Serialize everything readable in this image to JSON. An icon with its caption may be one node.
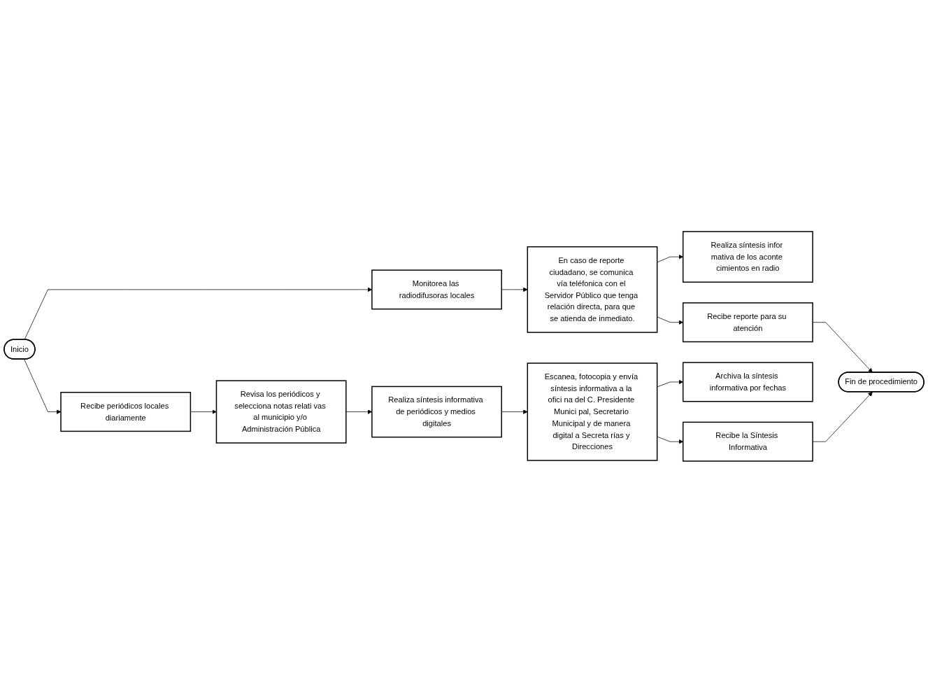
{
  "diagram": {
    "nodes": [
      {
        "text": [
          "Inicio"
        ]
      },
      {
        "text": [
          "Recibe periódicos locales diariamente"
        ]
      },
      {
        "text": [
          "Revisa los periódicos y selecciona notas relati vas al municipio y/o Administración Pública"
        ]
      },
      {
        "text": [
          "Monitorea las radiodifusoras locales"
        ]
      },
      {
        "text": [
          "En caso de reporte ciudadano, se comunica vía teléfonica con el Servidor Público que tenga relación directa, para que se atienda de inmediato."
        ]
      },
      {
        "text": [
          "Realiza síntesis infor mativa de los aconte cimientos en radio"
        ]
      },
      {
        "text": [
          "Realiza síntesis informativa de periódicos y medios digitales"
        ]
      },
      {
        "text": [
          "Escanea, fotocopia y envía síntesis informativa a la ofici na del C. Presidente Munici pal, Secretario Municipal y de manera digital a Secreta rías y Direcciones"
        ]
      },
      {
        "text": [
          "Archiva la síntesis informativa por fechas"
        ]
      },
      {
        "text": [
          "Recibe la Síntesis Informativa"
        ]
      },
      {
        "text": [
          "Recibe reporte para su atención"
        ]
      },
      {
        "text": [
          "Fin de procedimiento"
        ]
      }
    ],
    "edges": [
      {
        "from": 0,
        "to": 3,
        "arrow": "to"
      },
      {
        "from": 0,
        "to": 1,
        "arrow": "to"
      },
      {
        "from": 1,
        "to": 2,
        "arrow": "to"
      },
      {
        "from": 3,
        "to": 4,
        "arrow": "to"
      },
      {
        "from": 4,
        "to": 5,
        "arrow": "to"
      },
      {
        "from": 2,
        "to": 6,
        "arrow": "to"
      },
      {
        "from": 6,
        "to": 7,
        "arrow": "to"
      },
      {
        "from": 7,
        "to": 8,
        "arrow": "to"
      },
      {
        "from": 7,
        "to": 9,
        "arrow": "to"
      },
      {
        "from": 9,
        "to": 11,
        "arrow": "to"
      },
      {
        "from": 4,
        "to": 10,
        "arrow": "to"
      },
      {
        "from": 10,
        "to": 11,
        "arrow": "to"
      }
    ]
  }
}
